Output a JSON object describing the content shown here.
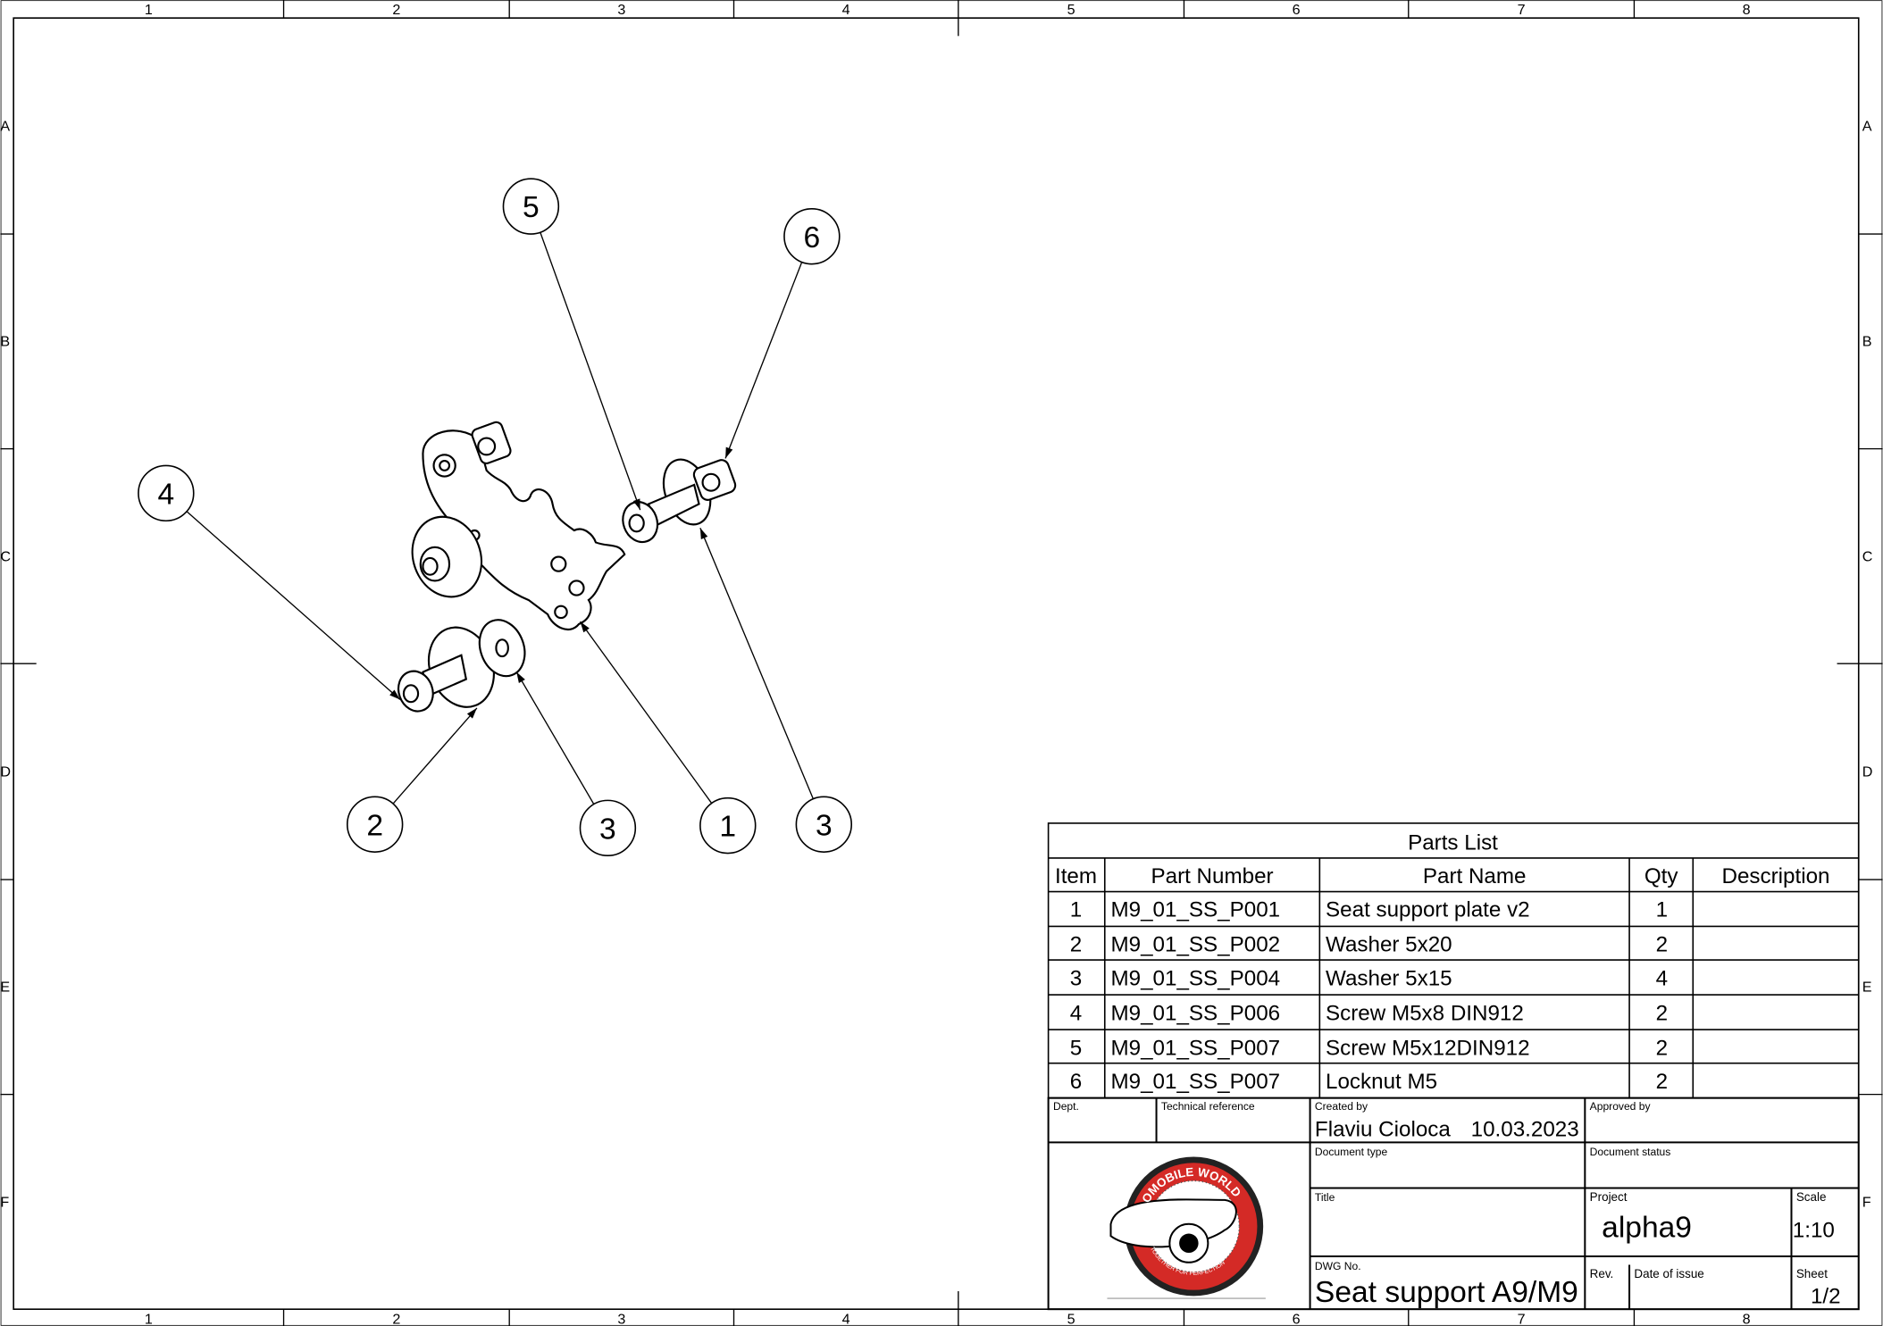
{
  "frame": {
    "columns": [
      "1",
      "2",
      "3",
      "4",
      "5",
      "6",
      "7",
      "8"
    ],
    "rows": [
      "A",
      "B",
      "C",
      "D",
      "E",
      "F"
    ]
  },
  "balloons": [
    {
      "label": "5"
    },
    {
      "label": "6"
    },
    {
      "label": "4"
    },
    {
      "label": "2"
    },
    {
      "label": "3"
    },
    {
      "label": "1"
    },
    {
      "label": "3"
    }
  ],
  "parts_list": {
    "title": "Parts List",
    "headers": [
      "Item",
      "Part Number",
      "Part Name",
      "Qty",
      "Description"
    ],
    "rows": [
      [
        "1",
        "M9_01_SS_P001",
        "Seat support plate v2",
        "1",
        ""
      ],
      [
        "2",
        "M9_01_SS_P002",
        "Washer 5x20",
        "2",
        ""
      ],
      [
        "3",
        "M9_01_SS_P004",
        "Washer 5x15",
        "4",
        ""
      ],
      [
        "4",
        "M9_01_SS_P006",
        "Screw M5x8 DIN912",
        "2",
        ""
      ],
      [
        "5",
        "M9_01_SS_P007",
        "Screw M5x12DIN912",
        "2",
        ""
      ],
      [
        "6",
        "M9_01_SS_P007",
        "Locknut M5",
        "2",
        ""
      ]
    ]
  },
  "title_block": {
    "dept_label": "Dept.",
    "tech_ref_label": "Technical reference",
    "created_by_label": "Created by",
    "created_by": "Flaviu Cioloca",
    "created_date": "10.03.2023",
    "approved_by_label": "Approved by",
    "doc_type_label": "Document type",
    "doc_status_label": "Document status",
    "title_label": "Title",
    "project_label": "Project",
    "project": "alpha9",
    "scale_label": "Scale",
    "scale": "1:10",
    "dwg_no_label": "DWG No.",
    "dwg_no": "Seat support A9/M9",
    "rev_label": "Rev.",
    "date_issue_label": "Date of issue",
    "sheet_label": "Sheet",
    "sheet": "1/2",
    "logo_text_top": "VELOMOBILE WORLD",
    "logo_text_bottom": "TOGETHER FOR PERFECTION",
    "logo_color": "#d42a26"
  }
}
